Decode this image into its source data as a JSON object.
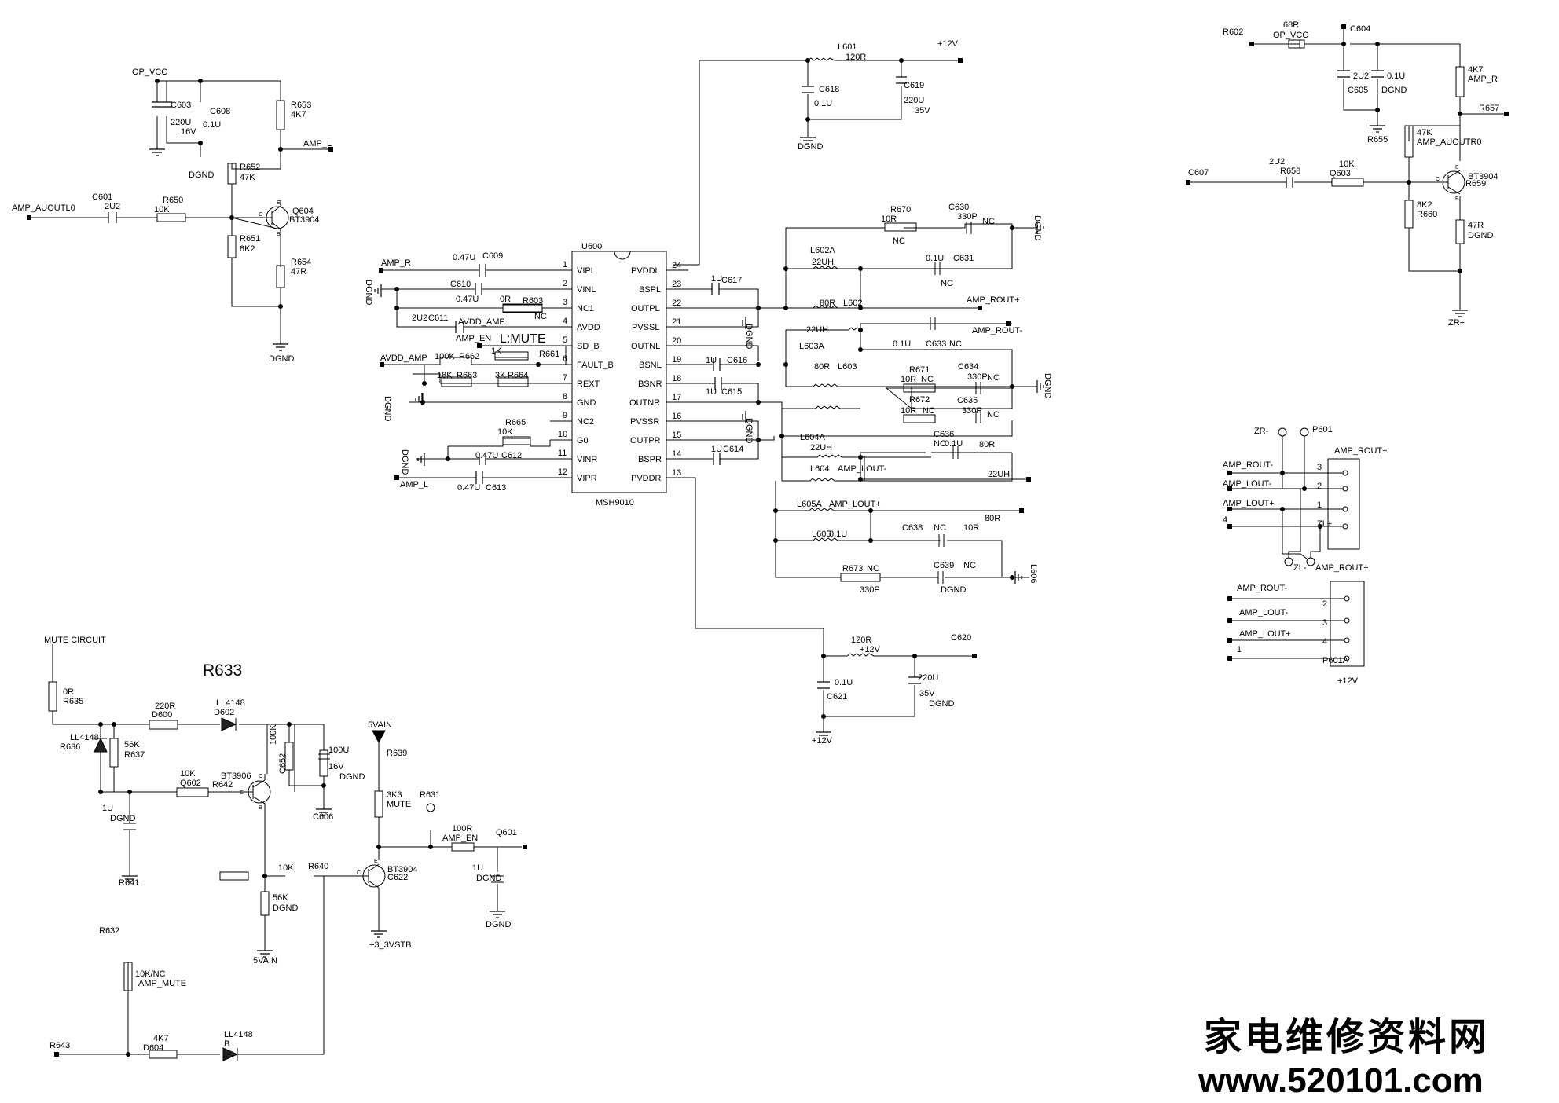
{
  "labels": [
    {
      "t": "OP_VCC"
    },
    {
      "t": "C603"
    },
    {
      "t": "220U"
    },
    {
      "t": "16V"
    },
    {
      "t": "C608"
    },
    {
      "t": "0.1U"
    },
    {
      "t": "DGND"
    },
    {
      "t": "R653"
    },
    {
      "t": "4K7"
    },
    {
      "t": "AMP_L"
    },
    {
      "t": "R652"
    },
    {
      "t": "47K"
    },
    {
      "t": "Q604"
    },
    {
      "t": "BT3904"
    },
    {
      "t": "AMP_AUOUTL0"
    },
    {
      "t": "C601"
    },
    {
      "t": "2U2"
    },
    {
      "t": "R650"
    },
    {
      "t": "10K"
    },
    {
      "t": "R651"
    },
    {
      "t": "8K2"
    },
    {
      "t": "R654"
    },
    {
      "t": "47R"
    },
    {
      "t": "DGND"
    },
    {
      "t": "L601"
    },
    {
      "t": "120R"
    },
    {
      "t": "+12V"
    },
    {
      "t": "C618"
    },
    {
      "t": "0.1U"
    },
    {
      "t": "C619"
    },
    {
      "t": "220U"
    },
    {
      "t": "35V"
    },
    {
      "t": "DGND"
    },
    {
      "t": "U600"
    },
    {
      "t": "MSH9010"
    },
    {
      "t": "VIPL"
    },
    {
      "t": "VINL"
    },
    {
      "t": "NC1"
    },
    {
      "t": "AVDD"
    },
    {
      "t": "SD_B"
    },
    {
      "t": "FAULT_B"
    },
    {
      "t": "REXT"
    },
    {
      "t": "GND"
    },
    {
      "t": "NC2"
    },
    {
      "t": "G0"
    },
    {
      "t": "VINR"
    },
    {
      "t": "VIPR"
    },
    {
      "t": "1"
    },
    {
      "t": "2"
    },
    {
      "t": "3"
    },
    {
      "t": "4"
    },
    {
      "t": "5"
    },
    {
      "t": "6"
    },
    {
      "t": "7"
    },
    {
      "t": "8"
    },
    {
      "t": "9"
    },
    {
      "t": "10"
    },
    {
      "t": "11"
    },
    {
      "t": "12"
    },
    {
      "t": "PVDDL"
    },
    {
      "t": "BSPL"
    },
    {
      "t": "OUTPL"
    },
    {
      "t": "PVSSL"
    },
    {
      "t": "OUTNL"
    },
    {
      "t": "BSNL"
    },
    {
      "t": "BSNR"
    },
    {
      "t": "OUTNR"
    },
    {
      "t": "PVSSR"
    },
    {
      "t": "OUTPR"
    },
    {
      "t": "BSPR"
    },
    {
      "t": "PVDDR"
    },
    {
      "t": "24"
    },
    {
      "t": "23"
    },
    {
      "t": "22"
    },
    {
      "t": "21"
    },
    {
      "t": "20"
    },
    {
      "t": "19"
    },
    {
      "t": "18"
    },
    {
      "t": "17"
    },
    {
      "t": "16"
    },
    {
      "t": "15"
    },
    {
      "t": "14"
    },
    {
      "t": "13"
    },
    {
      "t": "AMP_R"
    },
    {
      "t": "0.47U"
    },
    {
      "t": "C609"
    },
    {
      "t": "C610"
    },
    {
      "t": "0.47U"
    },
    {
      "t": "DGND"
    },
    {
      "t": "0R"
    },
    {
      "t": "R603"
    },
    {
      "t": "NC"
    },
    {
      "t": "2U2"
    },
    {
      "t": "C611"
    },
    {
      "t": "AVDD_AMP"
    },
    {
      "t": "AMP_EN"
    },
    {
      "t": "L:MUTE"
    },
    {
      "t": "1K"
    },
    {
      "t": "R661"
    },
    {
      "t": "AVDD_AMP"
    },
    {
      "t": "100K"
    },
    {
      "t": "R662"
    },
    {
      "t": "18K"
    },
    {
      "t": "R663"
    },
    {
      "t": "3K"
    },
    {
      "t": "R664"
    },
    {
      "t": "DGND"
    },
    {
      "t": "R665"
    },
    {
      "t": "10K"
    },
    {
      "t": "DGND"
    },
    {
      "t": "0.47U"
    },
    {
      "t": "C612"
    },
    {
      "t": "AMP_L"
    },
    {
      "t": "0.47U"
    },
    {
      "t": "C613"
    },
    {
      "t": "1U"
    },
    {
      "t": "C617"
    },
    {
      "t": "DGND"
    },
    {
      "t": "1U"
    },
    {
      "t": "C616"
    },
    {
      "t": "1U"
    },
    {
      "t": "C615"
    },
    {
      "t": "DGND"
    },
    {
      "t": "1U"
    },
    {
      "t": "C614"
    },
    {
      "t": "R670"
    },
    {
      "t": "10R"
    },
    {
      "t": "NC"
    },
    {
      "t": "C630"
    },
    {
      "t": "330P"
    },
    {
      "t": "NC"
    },
    {
      "t": "DGND"
    },
    {
      "t": "L602A"
    },
    {
      "t": "22UH"
    },
    {
      "t": "0.1U"
    },
    {
      "t": "C631"
    },
    {
      "t": "NC"
    },
    {
      "t": "80R"
    },
    {
      "t": "L602"
    },
    {
      "t": "AMP_ROUT+"
    },
    {
      "t": "22UH"
    },
    {
      "t": "L603A"
    },
    {
      "t": "AMP_ROUT-"
    },
    {
      "t": "0.1U"
    },
    {
      "t": "C633"
    },
    {
      "t": "NC"
    },
    {
      "t": "80R"
    },
    {
      "t": "L603"
    },
    {
      "t": "R671"
    },
    {
      "t": "10R"
    },
    {
      "t": "NC"
    },
    {
      "t": "C634"
    },
    {
      "t": "330P"
    },
    {
      "t": "NC"
    },
    {
      "t": "DGND"
    },
    {
      "t": "R672"
    },
    {
      "t": "10R"
    },
    {
      "t": "NC"
    },
    {
      "t": "C635"
    },
    {
      "t": "330P"
    },
    {
      "t": "NC"
    },
    {
      "t": "L604A"
    },
    {
      "t": "22UH"
    },
    {
      "t": "C636"
    },
    {
      "t": "0.1U"
    },
    {
      "t": "NC"
    },
    {
      "t": "80R"
    },
    {
      "t": "L604"
    },
    {
      "t": "AMP_LOUT-"
    },
    {
      "t": "22UH"
    },
    {
      "t": "L605A"
    },
    {
      "t": "AMP_LOUT+"
    },
    {
      "t": "80R"
    },
    {
      "t": "L605"
    },
    {
      "t": "0.1U"
    },
    {
      "t": "C638"
    },
    {
      "t": "NC"
    },
    {
      "t": "10R"
    },
    {
      "t": "R673"
    },
    {
      "t": "NC"
    },
    {
      "t": "330P"
    },
    {
      "t": "C639"
    },
    {
      "t": "NC"
    },
    {
      "t": "DGND"
    },
    {
      "t": "L606"
    },
    {
      "t": "120R"
    },
    {
      "t": "+12V"
    },
    {
      "t": "C620"
    },
    {
      "t": "0.1U"
    },
    {
      "t": "C621"
    },
    {
      "t": "220U"
    },
    {
      "t": "35V"
    },
    {
      "t": "DGND"
    },
    {
      "t": "+12V"
    },
    {
      "t": "R602"
    },
    {
      "t": "68R"
    },
    {
      "t": "OP_VCC"
    },
    {
      "t": "C604"
    },
    {
      "t": "2U2"
    },
    {
      "t": "C605"
    },
    {
      "t": "0.1U"
    },
    {
      "t": "DGND"
    },
    {
      "t": "R655"
    },
    {
      "t": "4K7"
    },
    {
      "t": "AMP_R"
    },
    {
      "t": "R657"
    },
    {
      "t": "47K"
    },
    {
      "t": "AMP_AUOUTR0"
    },
    {
      "t": "C607"
    },
    {
      "t": "2U2"
    },
    {
      "t": "R658"
    },
    {
      "t": "10K"
    },
    {
      "t": "Q603"
    },
    {
      "t": "BT3904"
    },
    {
      "t": "R659"
    },
    {
      "t": "8K2"
    },
    {
      "t": "R660"
    },
    {
      "t": "47R"
    },
    {
      "t": "DGND"
    },
    {
      "t": "ZR+"
    },
    {
      "t": "ZR-"
    },
    {
      "t": "P601"
    },
    {
      "t": "AMP_ROUT+"
    },
    {
      "t": "AMP_ROUT-"
    },
    {
      "t": "AMP_LOUT-"
    },
    {
      "t": "AMP_LOUT+"
    },
    {
      "t": "4"
    },
    {
      "t": "3"
    },
    {
      "t": "2"
    },
    {
      "t": "1"
    },
    {
      "t": "ZL+"
    },
    {
      "t": "ZL-"
    },
    {
      "t": "AMP_ROUT+"
    },
    {
      "t": "AMP_ROUT-"
    },
    {
      "t": "AMP_LOUT-"
    },
    {
      "t": "AMP_LOUT+"
    },
    {
      "t": "1"
    },
    {
      "t": "2"
    },
    {
      "t": "3"
    },
    {
      "t": "4"
    },
    {
      "t": "P601A"
    },
    {
      "t": "+12V"
    },
    {
      "t": "MUTE CIRCUIT"
    },
    {
      "t": "R633"
    },
    {
      "t": "0R"
    },
    {
      "t": "R635"
    },
    {
      "t": "220R"
    },
    {
      "t": "D600"
    },
    {
      "t": "LL4148"
    },
    {
      "t": "D602"
    },
    {
      "t": "LL4148"
    },
    {
      "t": "R636"
    },
    {
      "t": "56K"
    },
    {
      "t": "R637"
    },
    {
      "t": "10K"
    },
    {
      "t": "Q602"
    },
    {
      "t": "BT3906"
    },
    {
      "t": "R642"
    },
    {
      "t": "100K"
    },
    {
      "t": "C652"
    },
    {
      "t": "100U"
    },
    {
      "t": "16V"
    },
    {
      "t": "DGND"
    },
    {
      "t": "C606"
    },
    {
      "t": "1U"
    },
    {
      "t": "DGND"
    },
    {
      "t": "R641"
    },
    {
      "t": "10K"
    },
    {
      "t": "R640"
    },
    {
      "t": "56K"
    },
    {
      "t": "DGND"
    },
    {
      "t": "5VAIN"
    },
    {
      "t": "5VAIN"
    },
    {
      "t": "R639"
    },
    {
      "t": "3K3"
    },
    {
      "t": "MUTE"
    },
    {
      "t": "R631"
    },
    {
      "t": "100R"
    },
    {
      "t": "AMP_EN"
    },
    {
      "t": "Q601"
    },
    {
      "t": "BT3904"
    },
    {
      "t": "C622"
    },
    {
      "t": "1U"
    },
    {
      "t": "DGND"
    },
    {
      "t": "DGND"
    },
    {
      "t": "+3_3VSTB"
    },
    {
      "t": "R632"
    },
    {
      "t": "10K/NC"
    },
    {
      "t": "AMP_MUTE"
    },
    {
      "t": "R643"
    },
    {
      "t": "4K7"
    },
    {
      "t": "D604"
    },
    {
      "t": "LL4148"
    },
    {
      "t": "B"
    },
    {
      "t": "C"
    },
    {
      "t": "E"
    },
    {
      "t": "B"
    },
    {
      "t": "C"
    },
    {
      "t": "E"
    },
    {
      "t": "B"
    },
    {
      "t": "E"
    },
    {
      "t": "C"
    },
    {
      "t": "B"
    },
    {
      "t": "C"
    },
    {
      "t": "E"
    }
  ],
  "watermark": {
    "cn": "家电维修资料网",
    "url": "www.520101.com"
  }
}
